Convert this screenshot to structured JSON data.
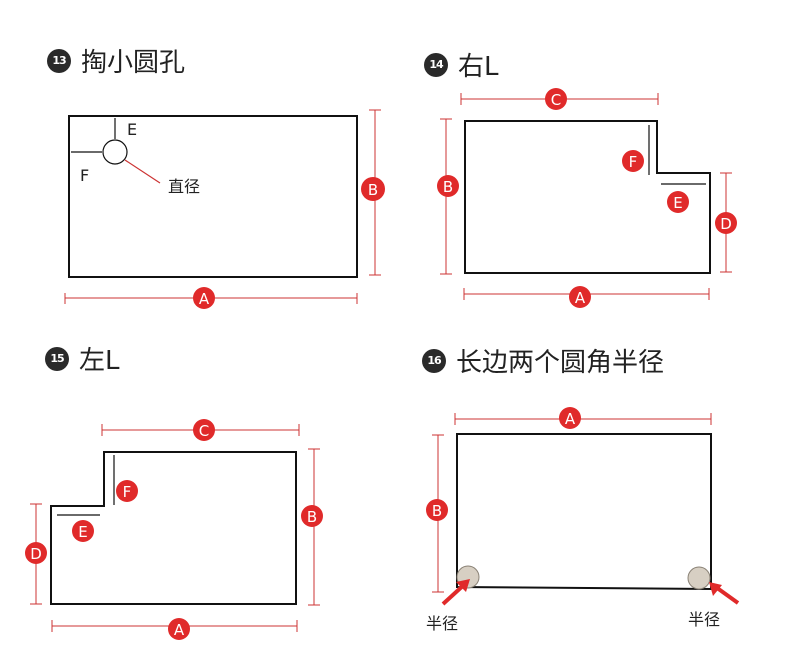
{
  "sections": [
    {
      "number": "13",
      "title": "掏小圆孔",
      "notes": {
        "e": "E",
        "f": "F",
        "diameter": "直径"
      }
    },
    {
      "number": "14",
      "title": "右L"
    },
    {
      "number": "15",
      "title": "左L"
    },
    {
      "number": "16",
      "title": "长边两个圆角半径",
      "notes": {
        "radius_left": "半径",
        "radius_right": "半径"
      }
    }
  ],
  "dims": {
    "a": "A",
    "b": "B",
    "c": "C",
    "d": "D",
    "e": "E",
    "f": "F"
  },
  "colors": {
    "dimension": "#cc3333",
    "badge": "#e02a2a",
    "outline": "#111111",
    "corner": "#d7cfc3"
  }
}
